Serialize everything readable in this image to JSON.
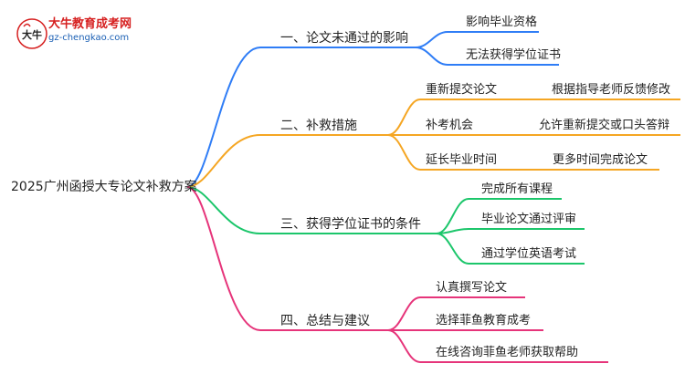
{
  "logo": {
    "title": "大牛教育成考网",
    "url": "gz-chengkao.com",
    "mark_text": "大牛"
  },
  "root": {
    "label": "2025广州函授大专论文补救方案"
  },
  "branches": [
    {
      "label": "一、论文未通过的影响",
      "color": "#2f7df6",
      "children": [
        {
          "label": "影响毕业资格"
        },
        {
          "label": "无法获得学位证书"
        }
      ]
    },
    {
      "label": "二、补救措施",
      "color": "#f5a623",
      "children": [
        {
          "label": "重新提交论文",
          "detail": "根据指导老师反馈修改"
        },
        {
          "label": "补考机会",
          "detail": "允许重新提交或口头答辩"
        },
        {
          "label": "延长毕业时间",
          "detail": "更多时间完成论文"
        }
      ]
    },
    {
      "label": "三、获得学位证书的条件",
      "color": "#1cc66b",
      "children": [
        {
          "label": "完成所有课程"
        },
        {
          "label": "毕业论文通过评审"
        },
        {
          "label": "通过学位英语考试"
        }
      ]
    },
    {
      "label": "四、总结与建议",
      "color": "#e6347a",
      "children": [
        {
          "label": "认真撰写论文"
        },
        {
          "label": "选择菲鱼教育成考"
        },
        {
          "label": "在线咨询菲鱼老师获取帮助"
        }
      ]
    }
  ]
}
